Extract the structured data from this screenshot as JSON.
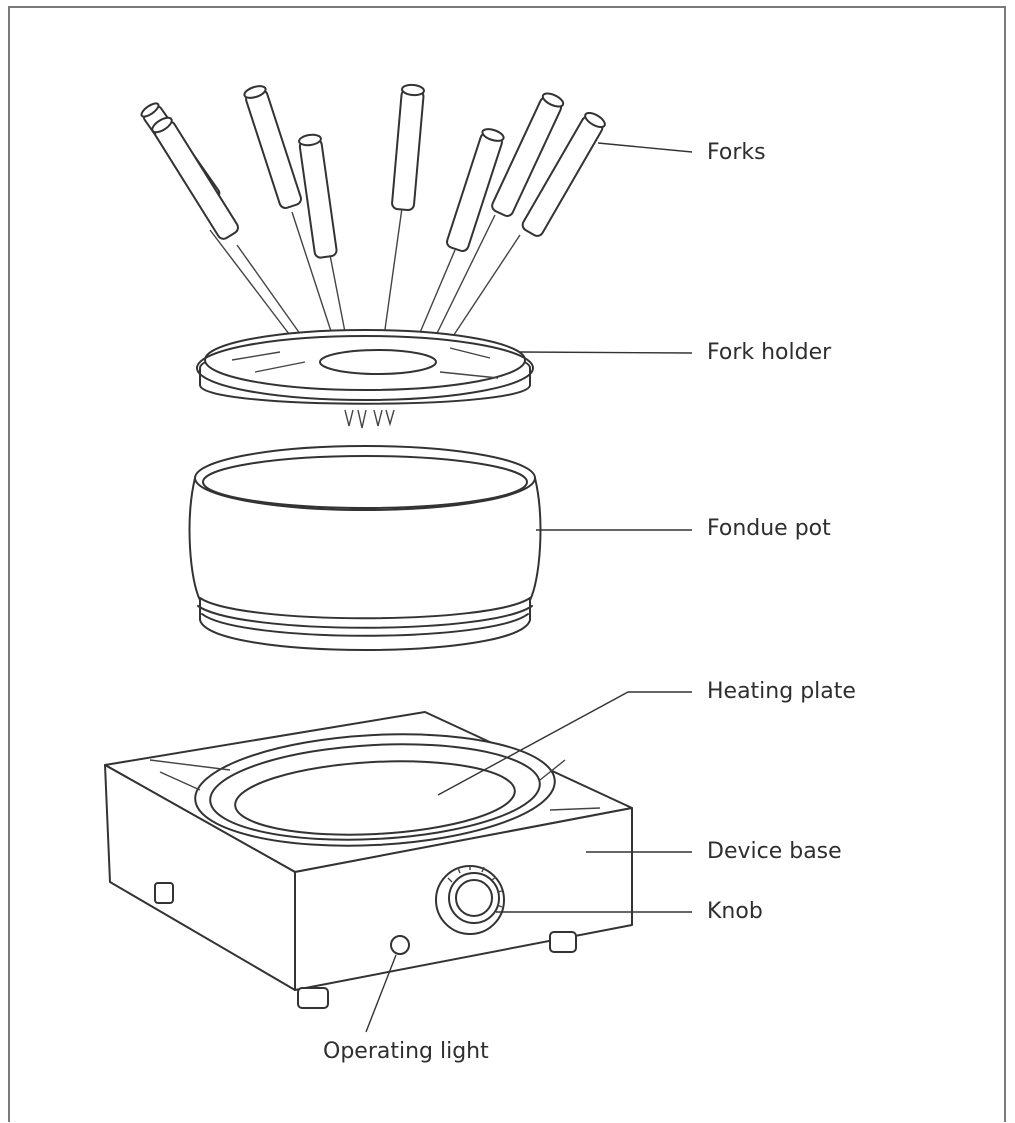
{
  "labels": {
    "forks": "Forks",
    "fork_holder": "Fork holder",
    "fondue_pot": "Fondue pot",
    "heating_plate": "Heating plate",
    "device_base": "Device base",
    "knob": "Knob",
    "operating_light": "Operating light"
  },
  "colors": {
    "line": "#333333",
    "frame": "#7a7a7a",
    "background": "#ffffff"
  }
}
